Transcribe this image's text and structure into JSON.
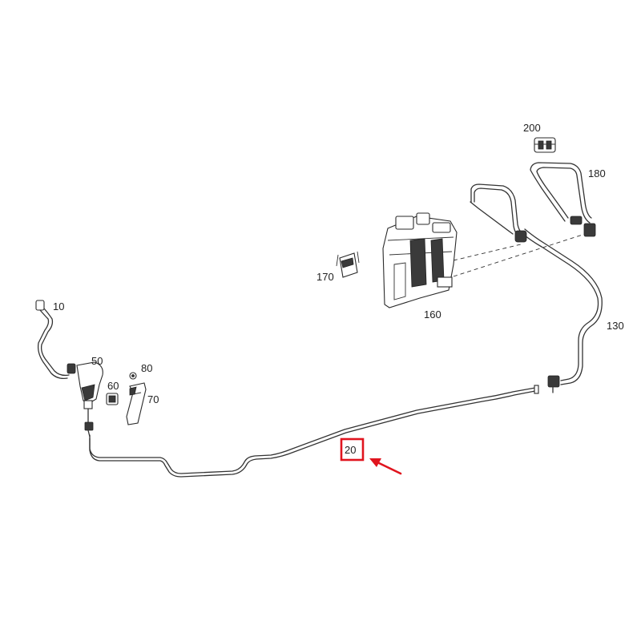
{
  "diagram": {
    "callouts": [
      {
        "id": "c10",
        "text": "10"
      },
      {
        "id": "c20",
        "text": "20"
      },
      {
        "id": "c50",
        "text": "50"
      },
      {
        "id": "c60",
        "text": "60"
      },
      {
        "id": "c70",
        "text": "70"
      },
      {
        "id": "c80",
        "text": "80"
      },
      {
        "id": "c130",
        "text": "130"
      },
      {
        "id": "c160",
        "text": "160"
      },
      {
        "id": "c170",
        "text": "170"
      },
      {
        "id": "c180",
        "text": "180"
      },
      {
        "id": "c200",
        "text": "200"
      }
    ],
    "highlighted_callout": "20",
    "colors": {
      "line": "#333333",
      "highlight": "#e0141e",
      "arrow": "#e0141e"
    }
  }
}
